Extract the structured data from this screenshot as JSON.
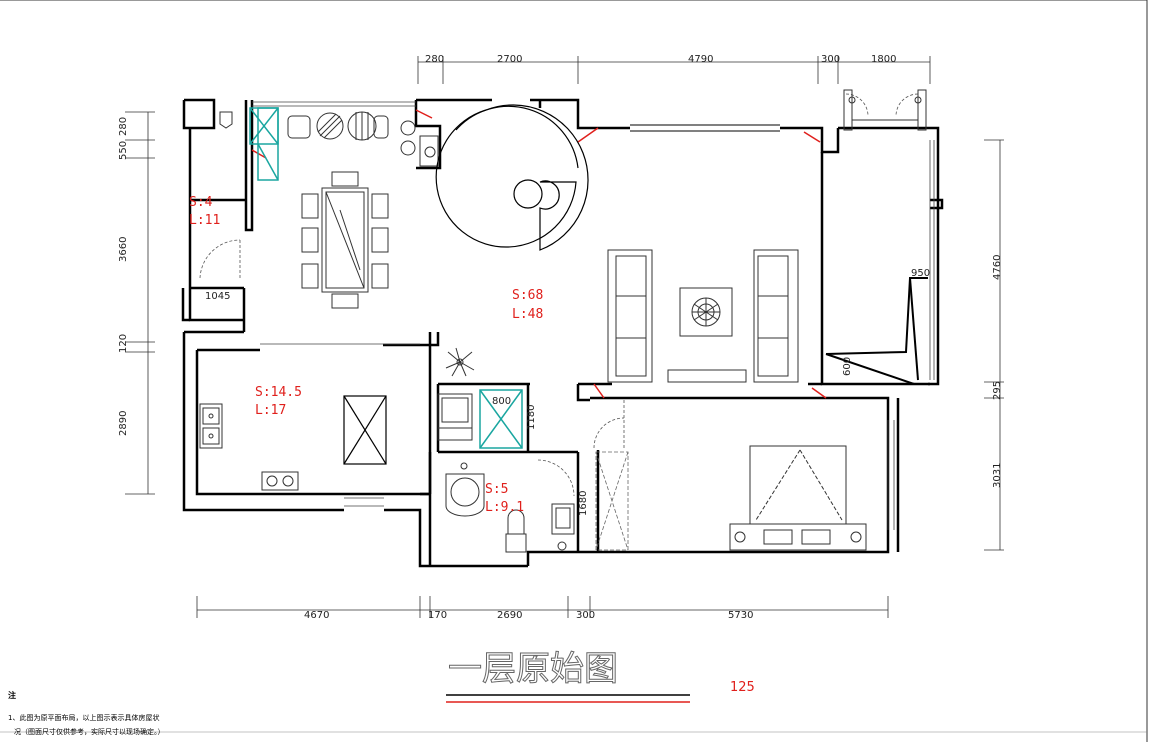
{
  "title": "一层原始图",
  "scale": "125",
  "notes": {
    "marker": "注",
    "line1": "1、此图为原平面布局，以上图示表示具体房屋状",
    "line2": "况（图面尺寸仅供参考，实际尺寸以现场确定。）"
  },
  "dimensions": {
    "top": [
      "280",
      "2700",
      "4790",
      "300",
      "1800"
    ],
    "bottom": [
      "4670",
      "170",
      "2690",
      "300",
      "5730"
    ],
    "left": [
      "280",
      "550",
      "3660",
      "120",
      "2890"
    ],
    "right": [
      "4760",
      "295",
      "3031"
    ]
  },
  "rooms": {
    "balcony": {
      "s": "S:4",
      "l": "L:11"
    },
    "living": {
      "s": "S:68",
      "l": "L:48"
    },
    "kitchen": {
      "s": "S:14.5",
      "l": "L:17"
    },
    "bath": {
      "s": "S:5",
      "l": "L:9.1"
    }
  },
  "inner_dims": [
    "1045",
    "800",
    "1180",
    "1680",
    "950",
    "600"
  ],
  "colors": {
    "wall": "#000000",
    "label": "#e0201c",
    "accent": "#1aa6a0"
  }
}
